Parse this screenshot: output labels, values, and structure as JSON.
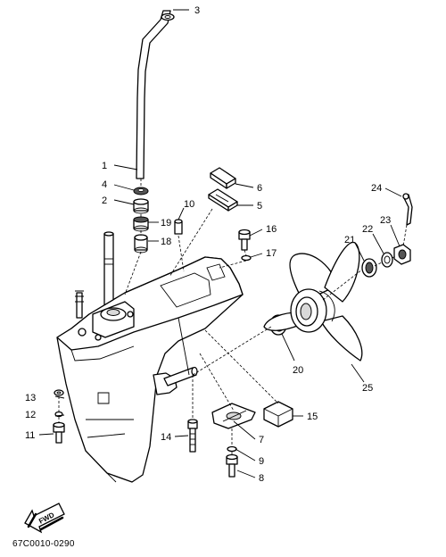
{
  "diagram": {
    "part_numbers": [
      "1",
      "2",
      "3",
      "4",
      "5",
      "6",
      "7",
      "8",
      "9",
      "10",
      "11",
      "12",
      "13",
      "14",
      "15",
      "16",
      "17",
      "18",
      "19",
      "20",
      "21",
      "22",
      "23",
      "24",
      "25"
    ],
    "fwd_label": "FWD",
    "drawing_code": "67C0010-0290"
  }
}
